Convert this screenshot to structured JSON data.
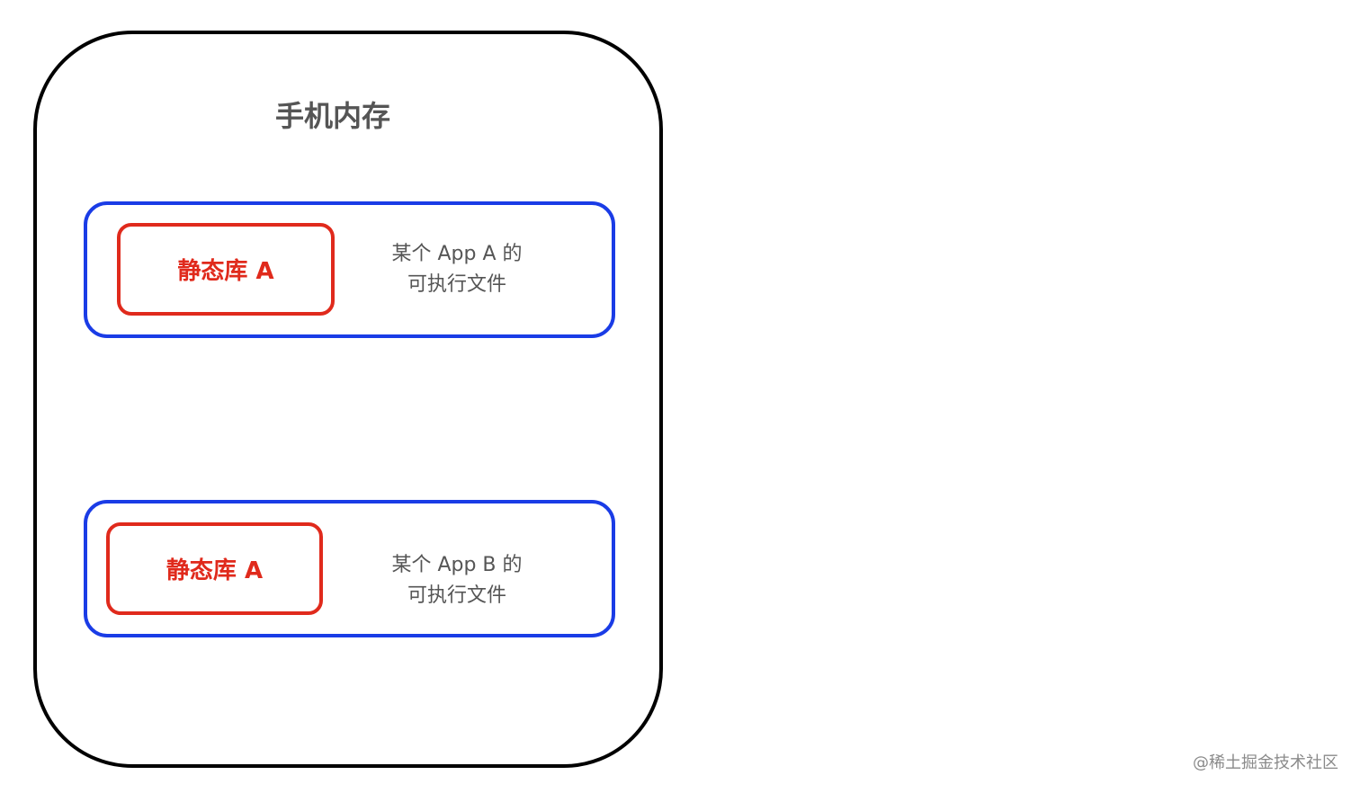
{
  "memory": {
    "title": "手机内存"
  },
  "executables": [
    {
      "library_label": "静态库 A",
      "line1": "某个 App A 的",
      "line2": "可执行文件"
    },
    {
      "library_label": "静态库 A",
      "line1": "某个 App B 的",
      "line2": "可执行文件"
    }
  ],
  "watermark": "@稀土掘金技术社区",
  "colors": {
    "memory_border": "#000000",
    "executable_border": "#1a3ce6",
    "library_border": "#e02a1c",
    "library_text": "#e02a1c",
    "body_text": "#555555"
  }
}
